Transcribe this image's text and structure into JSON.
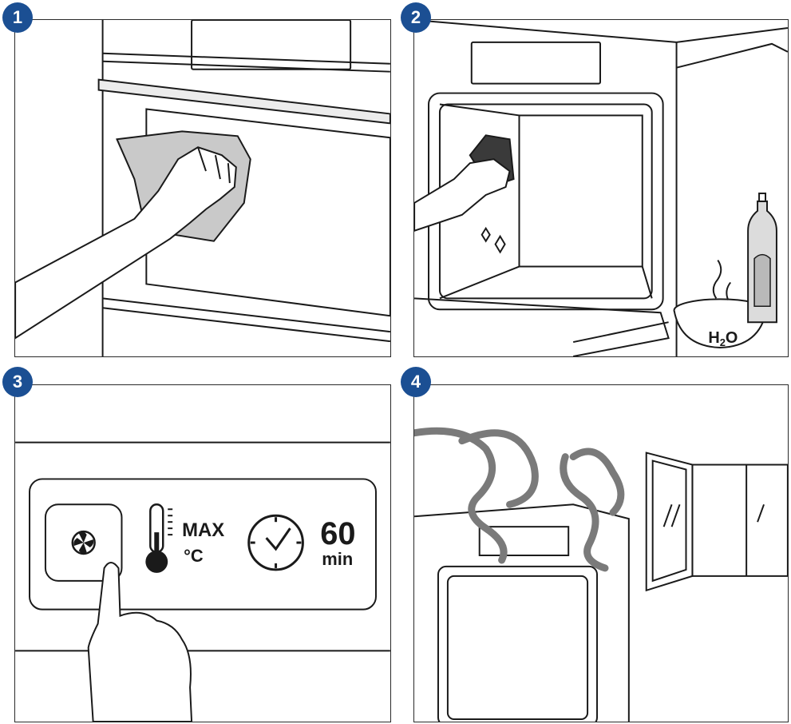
{
  "steps": [
    {
      "number": "1",
      "icon": "wipe-door-hand"
    },
    {
      "number": "2",
      "icon": "clean-cavity-with-detergent"
    },
    {
      "number": "3",
      "icon": "press-fan-button"
    },
    {
      "number": "4",
      "icon": "ventilate-smoke"
    }
  ],
  "panel2": {
    "water_label": "H",
    "water_subscript": "2",
    "water_suffix": "O"
  },
  "panel3": {
    "temp_top": "MAX",
    "temp_bottom": "°C",
    "time_value": "60",
    "time_unit": "min"
  },
  "colors": {
    "badge": "#1b4f93",
    "line": "#1a1a1a",
    "cloth": "#c9c9c9",
    "smoke": "#7a7a7a",
    "sponge": "#3a3a3a"
  }
}
